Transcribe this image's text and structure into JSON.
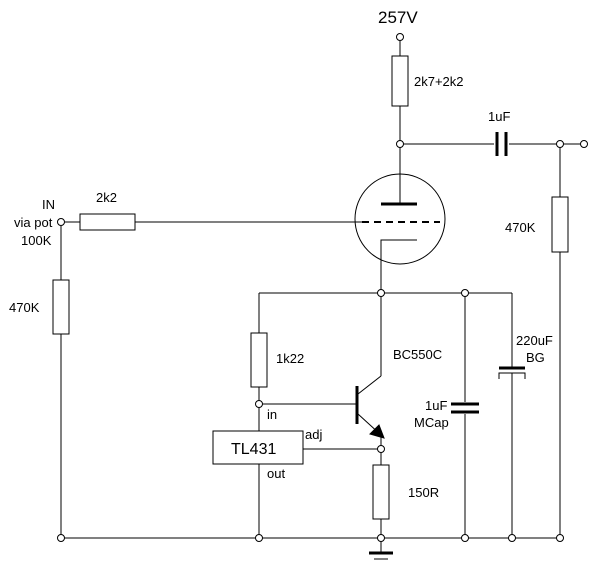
{
  "supply_voltage": "257V",
  "colors": {
    "supply_voltage": "#d42020",
    "wire": "#000000",
    "background": "#ffffff"
  },
  "labels": {
    "input": "IN",
    "input_via": "via pot",
    "input_pot": "100K",
    "r_input_series": "2k2",
    "r_input_shunt": "470K",
    "r_anode": "2k7+2k2",
    "c_output": "1uF",
    "r_output": "470K",
    "r_bias": "1k22",
    "transistor": "BC550C",
    "c_large": "220uF",
    "c_large_type": "BG",
    "c_small": "1uF",
    "c_small_type": "MCap",
    "regulator": "TL431",
    "pin_in": "in",
    "pin_adj": "adj",
    "pin_out": "out",
    "r_emitter": "150R"
  }
}
